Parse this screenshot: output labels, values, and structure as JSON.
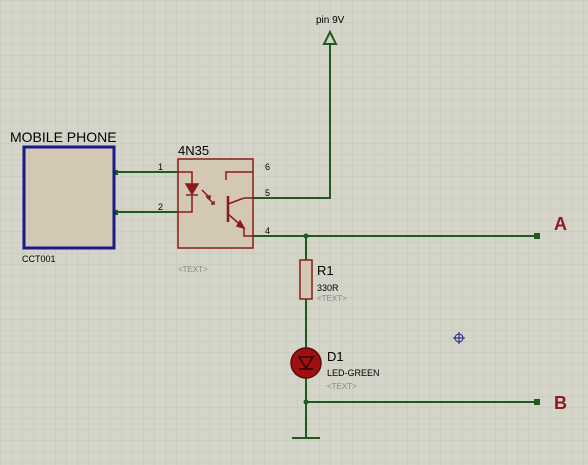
{
  "schematic": {
    "power_terminal": {
      "label": "pin 9V"
    },
    "mobile_phone": {
      "title": "MOBILE PHONE",
      "ref": "CCT001"
    },
    "optocoupler": {
      "name": "4N35",
      "text_placeholder": "<TEXT>",
      "pins": {
        "p1": "1",
        "p2": "2",
        "p4": "4",
        "p5": "5",
        "p6": "6"
      }
    },
    "resistor": {
      "ref": "R1",
      "value": "330R",
      "text_placeholder": "<TEXT>"
    },
    "led": {
      "ref": "D1",
      "value": "LED-GREEN",
      "text_placeholder": "<TEXT>"
    },
    "terminals": {
      "a": "A",
      "b": "B"
    }
  },
  "colors": {
    "background": "#d4d4c8",
    "grid": "#c2c2b6",
    "wire": "#1e5a1e",
    "component_outline": "#8b1a1a",
    "component_fill": "#d2c8b4",
    "phone_border": "#1a1a8c",
    "label_dark": "#000000",
    "label_red": "#8b1a1a",
    "placeholder_text": "#888888",
    "led_fill": "#a01010"
  }
}
